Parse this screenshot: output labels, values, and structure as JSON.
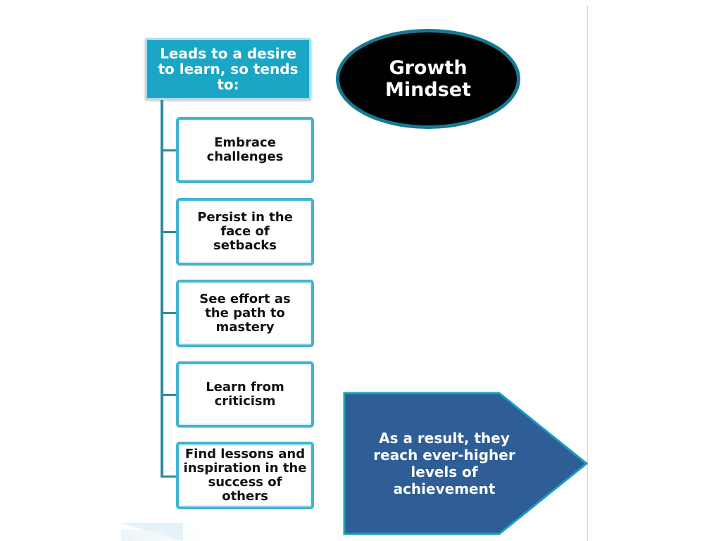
{
  "diagram": {
    "header": "Leads to a desire to learn, so tends to:",
    "title": "Growth Mindset",
    "items": [
      {
        "text": "Embrace challenges"
      },
      {
        "text": "Persist in the face of setbacks"
      },
      {
        "text": "See effort as the path to mastery"
      },
      {
        "text": "Learn from criticism"
      },
      {
        "text": "Find lessons and inspiration in the success of others"
      }
    ],
    "result": "As a result, they reach ever-higher levels of achievement"
  },
  "colors": {
    "header_fill": "#1ba6c5",
    "item_border": "#42b4cf",
    "title_fill": "#000000",
    "title_border": "#137a92",
    "arrow_fill": "#2f5d96",
    "arrow_border": "#1aa0be"
  }
}
